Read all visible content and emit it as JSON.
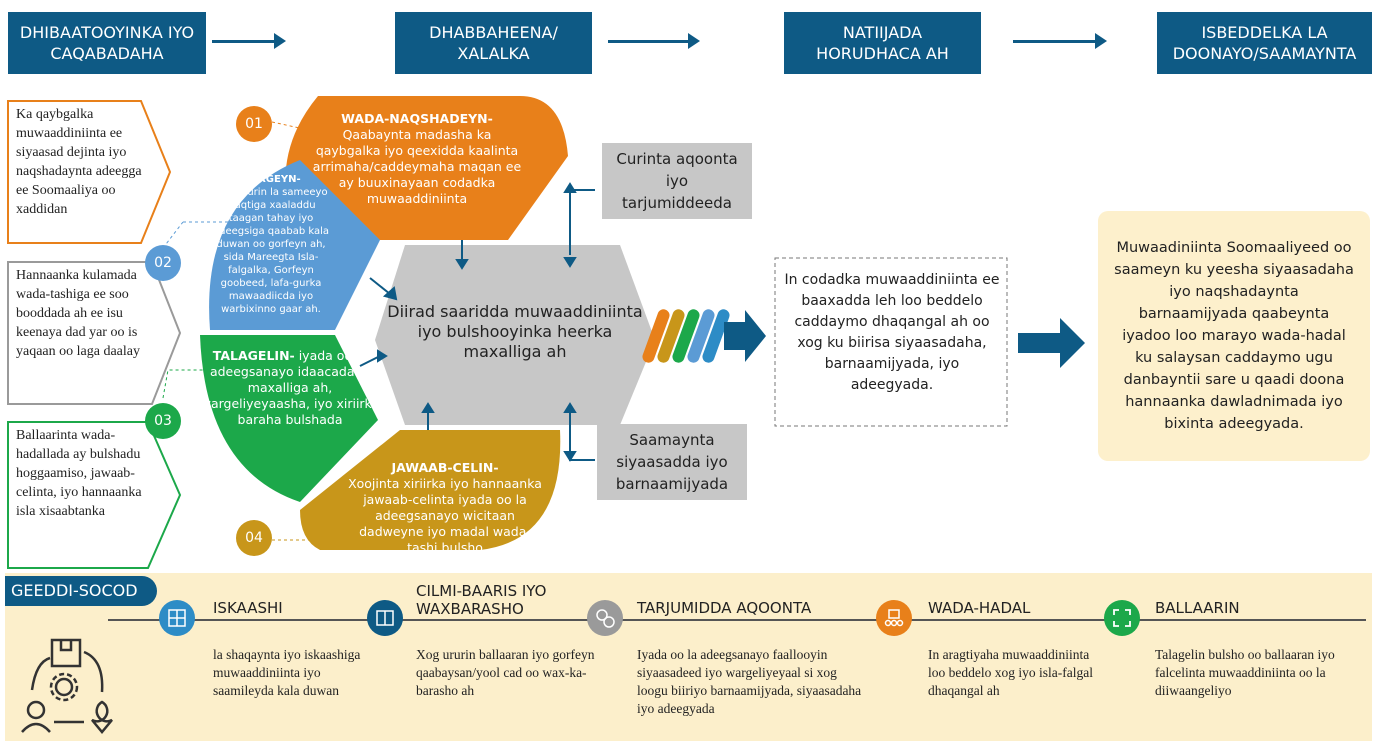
{
  "header": {
    "stage1": "DHIBAATOOYINKA IYO CAQABADAHA",
    "stage2": "DHABBAHEENA/ XALALKA",
    "stage3": "NATIIJADA HORUDHACA AH",
    "stage4": "ISBEDDELKA LA DOONAYO/SAAMAYNTA"
  },
  "problems": [
    "Ka qaybgalka muwaaddiniinta ee siyaasad dejinta iyo naqshadaynta adeegga ee Soomaaliya oo xaddidan",
    "Hannaanka kulamada wada-tashiga ee soo booddada ah ee isu keenaya dad yar oo is yaqaan oo laga daalay",
    "Ballaarinta wada-hadallada ay bulshadu hoggaamiso, jawaab-celinta, iyo hannaanka isla xisaabtanka"
  ],
  "segments": {
    "s01": {
      "num": "01",
      "title": "WADA-NAQSHADEYN-",
      "text": "Qaabaynta madasha ka qaybgalka iyo qeexidda kaalinta arrimaha/caddeymaha maqan ee ay buuxinayaan codadka muwaaddiniinta"
    },
    "s02": {
      "num": "02",
      "title": "GORGEYN-",
      "text": "Xog ururin la sameeyo waqtiga xaaladdu taagan tahay iyo adeegsiga qaabab kala duwan oo gorfeyn ah, sida Mareegta Isla-falgalka, Gorfeyn goobeed, lafa-gurka mawaadiicda iyo warbixinno gaar ah."
    },
    "s03": {
      "num": "03",
      "title": "TALAGELIN-",
      "text": "iyada oo la adeegsanayo idaacadaha maxalliga ah, wargeliyeyaasha, iyo xiriirka baraha bulshada"
    },
    "s04": {
      "num": "04",
      "title": "JAWAAB-CELIN-",
      "text": "Xoojinta xiriirka iyo hannaanka jawaab-celinta iyada oo la adeegsanayo wicitaan dadweyne iyo madal wada-tashi bulsho"
    }
  },
  "center_hex": "Diirad saaridda muwaaddiniinta iyo bulshooyinka heerka maxalliga ah",
  "box_top": "Curinta aqoonta iyo tarjumiddeeda",
  "box_bottom": "Saamaynta siyaasadda iyo barnaamijyada",
  "result": "In codadka muwaaddiniinta ee baaxadda leh loo beddelo caddaymo dhaqangal ah oo xog ku biirisa siyaasadaha, barnaamijyada, iyo adeegyada.",
  "impact": "Muwaadiniinta Soomaaliyeed oo saameyn ku yeesha siyaasadaha iyo naqshadaynta barnaamijyada qaabeynta iyadoo loo marayo wada-hadal ku salaysan caddaymo ugu danbayntii sare u qaadi doona hannaanka dawladnimada iyo bixinta adeegyada.",
  "process": {
    "label": "GEEDDI-SOCOD",
    "steps": [
      {
        "title": "ISKAASHI",
        "text": "la shaqaynta iyo iskaashiga muwaaddiniinta iyo saamileyda kala duwan",
        "icon": "puzzle-icon",
        "color": "#2d8cc6"
      },
      {
        "title": "CILMI-BAARIS IYO WAXBARASHO",
        "text": "Xog ururin ballaaran iyo gorfeyn qaabaysan/yool cad oo wax-ka-barasho ah",
        "icon": "book-icon",
        "color": "#0e5a85"
      },
      {
        "title": "TARJUMIDDA AQOONTA",
        "text": "Iyada oo la adeegsanayo faallooyin siyaasadeed iyo wargeliyeyaal si xog loogu biiriyo barnaamijyada, siyaasadaha iyo adeegyada",
        "icon": "knowledge-icon",
        "color": "#9a9a9a"
      },
      {
        "title": "WADA-HADAL",
        "text": "In aragtiyaha muwaaddiniinta loo beddelo xog iyo isla-falgal dhaqangal ah",
        "icon": "dialogue-icon",
        "color": "#e8801a"
      },
      {
        "title": "BALLAARIN",
        "text": "Talagelin bulsho oo ballaaran iyo falcelinta muwaaddiniinta oo la diiwaangeliyo",
        "icon": "expand-icon",
        "color": "#1ca84a"
      }
    ]
  },
  "colors": {
    "navy": "#0e5a85",
    "orange": "#e8801a",
    "blue": "#5b9bd5",
    "green": "#1ca84a",
    "gold": "#c8961a",
    "gray": "#c7c7c7",
    "cream": "#fcefcb"
  }
}
